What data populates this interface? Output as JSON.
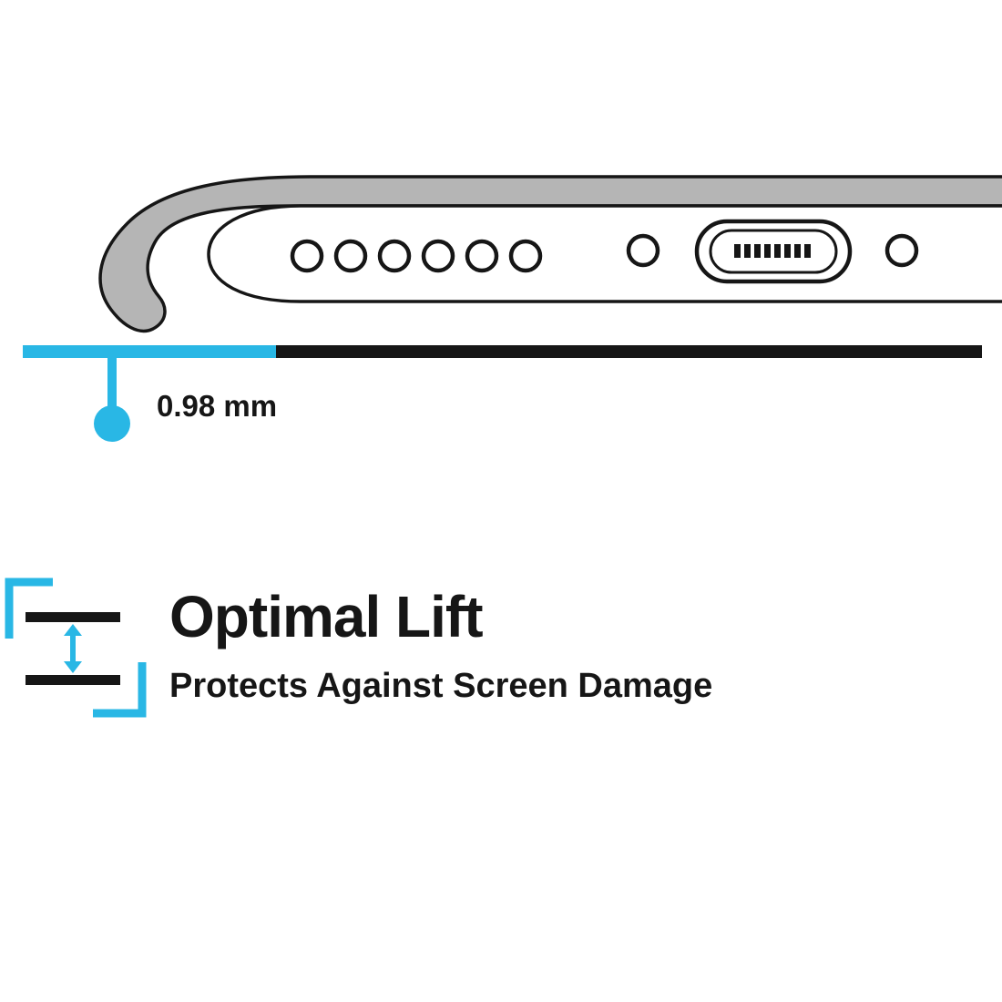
{
  "illustration": {
    "name": "phone-case-bottom-edge",
    "parts": [
      "case-lip",
      "phone-body",
      "speaker-holes",
      "screw-left",
      "charging-port",
      "screw-right"
    ]
  },
  "measurement": {
    "label": "0.98 mm"
  },
  "feature": {
    "title": "Optimal Lift",
    "subtitle": "Protects Against Screen Damage"
  },
  "colors": {
    "accent": "#29b7e5",
    "ink": "#161616",
    "case_gray": "#b5b5b5"
  }
}
